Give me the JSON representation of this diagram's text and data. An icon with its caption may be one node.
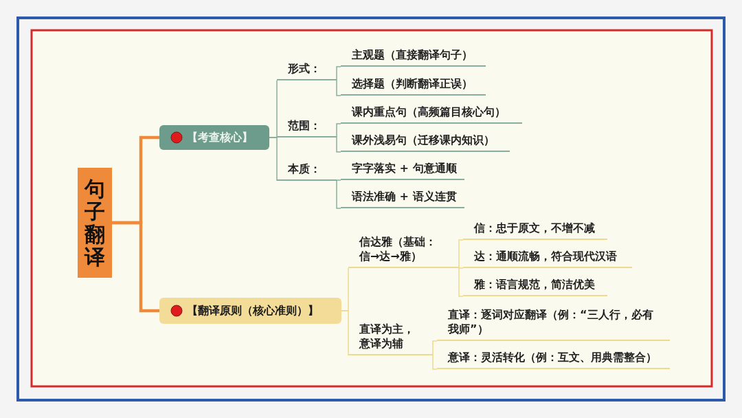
{
  "diagram": {
    "nodes": [
      {
        "text": [
          "句子翻译"
        ]
      },
      {
        "text": [
          "【考查核心】"
        ]
      },
      {
        "text": [
          "形式："
        ]
      },
      {
        "text": [
          "主观题（直接翻译句子）"
        ]
      },
      {
        "text": [
          "选择题（判断翻译正误）"
        ]
      },
      {
        "text": [
          "范围："
        ]
      },
      {
        "text": [
          "课内重点句（高频篇目核心句）"
        ]
      },
      {
        "text": [
          "课外浅易句（迁移课内知识）"
        ]
      },
      {
        "text": [
          "本质："
        ]
      },
      {
        "text": [
          "字字落实 + 句意通顺"
        ]
      },
      {
        "text": [
          "语法准确 + 语义连贯"
        ]
      },
      {
        "text": [
          "【翻译原则（核心准则）】"
        ]
      },
      {
        "text": [
          "信达雅（基础：信→达→雅）"
        ]
      },
      {
        "text": [
          "信：忠于原文，不增不减"
        ]
      },
      {
        "text": [
          "达：通顺流畅，符合现代汉语"
        ]
      },
      {
        "text": [
          "雅：语言规范，简洁优美"
        ]
      },
      {
        "text": [
          "直译为主，意译为辅"
        ]
      },
      {
        "text": [
          "直译：逐词对应翻译（例：“三人行，必有我师”）"
        ]
      },
      {
        "text": [
          "意译：灵活转化（例：互文、用典需整合）"
        ]
      }
    ],
    "edges": [
      {
        "from": 0,
        "to": 1,
        "arrow": "none",
        "style": "thick",
        "color": "#ee8a3a"
      },
      {
        "from": 0,
        "to": 11,
        "arrow": "none",
        "style": "thick",
        "color": "#ee8a3a"
      },
      {
        "from": 1,
        "to": 2,
        "arrow": "none"
      },
      {
        "from": 1,
        "to": 5,
        "arrow": "none"
      },
      {
        "from": 1,
        "to": 8,
        "arrow": "none"
      },
      {
        "from": 2,
        "to": 3,
        "arrow": "none"
      },
      {
        "from": 2,
        "to": 4,
        "arrow": "none"
      },
      {
        "from": 5,
        "to": 6,
        "arrow": "none"
      },
      {
        "from": 5,
        "to": 7,
        "arrow": "none"
      },
      {
        "from": 8,
        "to": 9,
        "arrow": "none"
      },
      {
        "from": 8,
        "to": 10,
        "arrow": "none"
      },
      {
        "from": 11,
        "to": 12,
        "arrow": "none",
        "color": "#efd98e"
      },
      {
        "from": 11,
        "to": 16,
        "arrow": "none",
        "color": "#efd98e"
      },
      {
        "from": 12,
        "to": 13,
        "arrow": "none",
        "color": "#efd98e"
      },
      {
        "from": 12,
        "to": 14,
        "arrow": "none",
        "color": "#efd98e"
      },
      {
        "from": 12,
        "to": 15,
        "arrow": "none",
        "color": "#efd98e"
      },
      {
        "from": 16,
        "to": 17,
        "arrow": "none",
        "color": "#efd98e"
      },
      {
        "from": 16,
        "to": 18,
        "arrow": "none",
        "color": "#efd98e"
      }
    ]
  }
}
